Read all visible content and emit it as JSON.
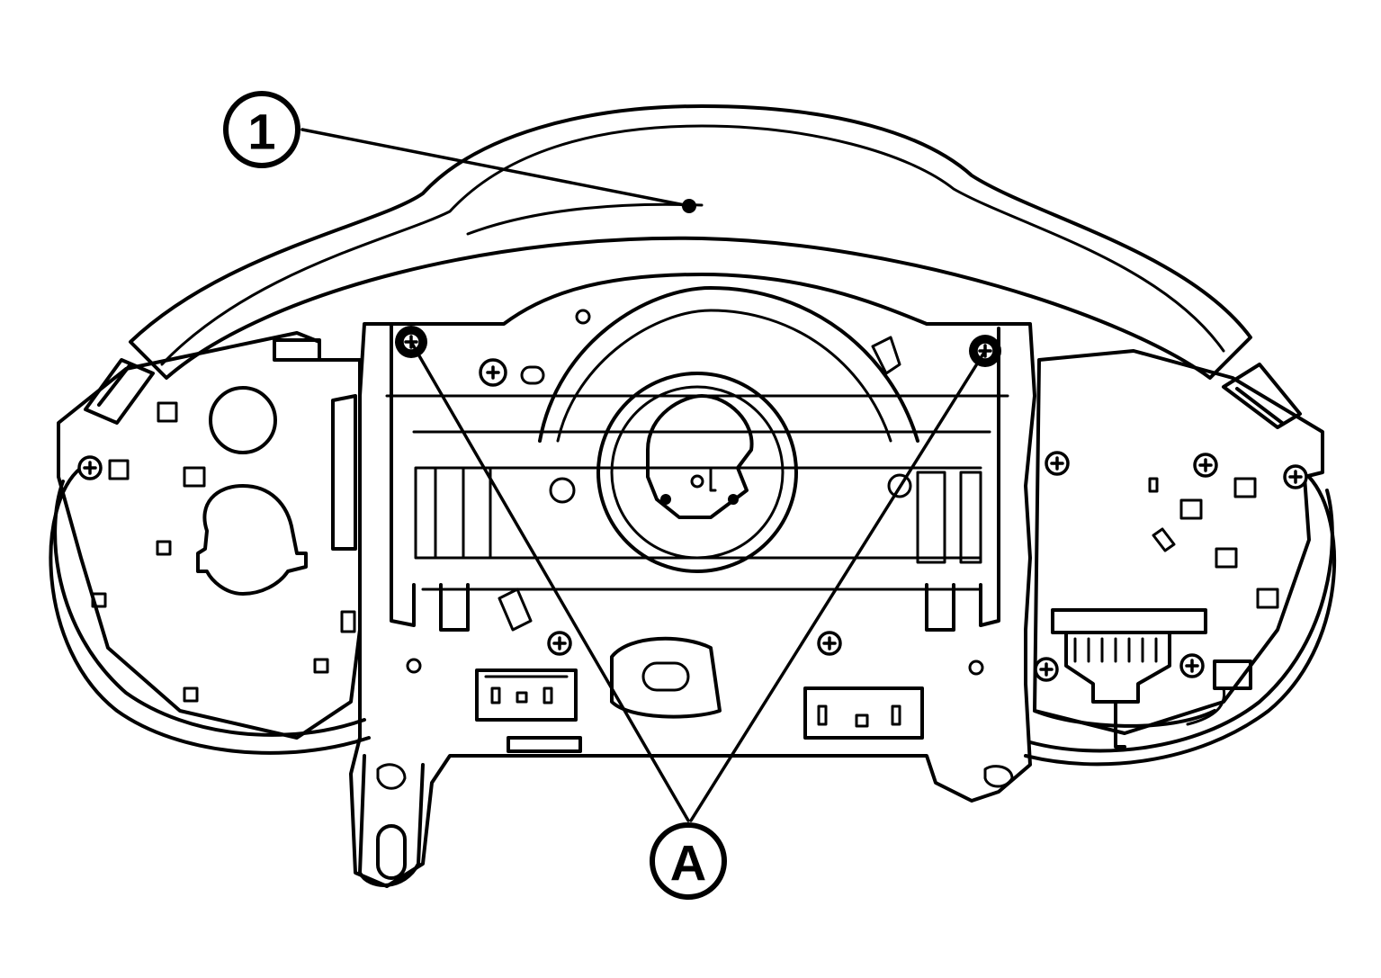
{
  "callouts": [
    {
      "id": "1",
      "label": "1"
    },
    {
      "id": "A",
      "label": "A"
    }
  ],
  "colors": {
    "ink": "#000000",
    "paper": "#ffffff"
  }
}
